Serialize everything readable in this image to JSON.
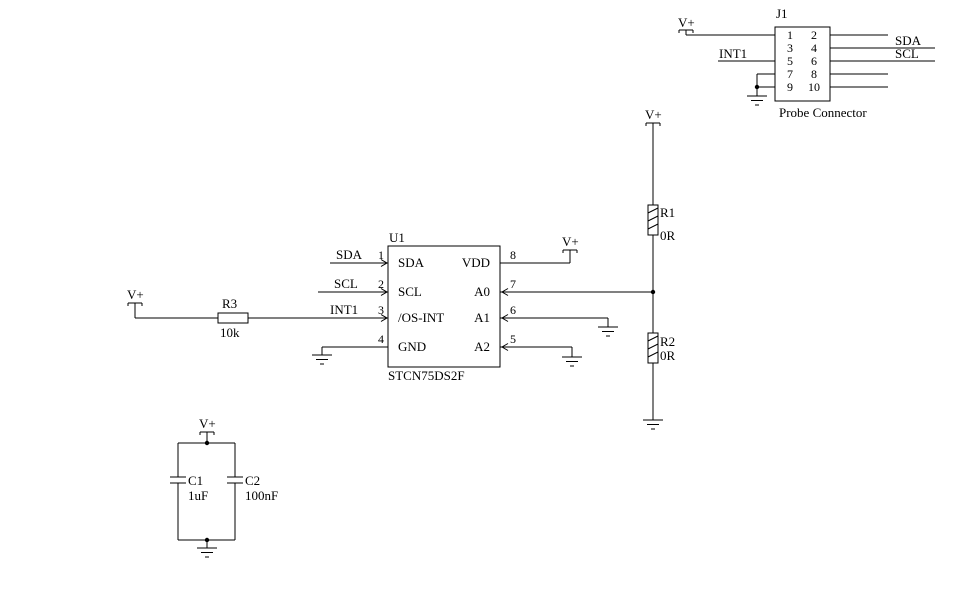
{
  "colors": {
    "ink": "#000000",
    "background": "#ffffff"
  },
  "power": {
    "vplus": "V+"
  },
  "nets": {
    "sda": "SDA",
    "scl": "SCL",
    "int1": "INT1"
  },
  "connector_j1": {
    "ref": "J1",
    "label": "Probe Connector",
    "pins_left": [
      "1",
      "3",
      "5",
      "7",
      "9"
    ],
    "pins_right": [
      "2",
      "4",
      "6",
      "8",
      "10"
    ]
  },
  "ic_u1": {
    "ref": "U1",
    "part": "STCN75DS2F",
    "left_pins": [
      {
        "num": "1",
        "name": "SDA"
      },
      {
        "num": "2",
        "name": "SCL"
      },
      {
        "num": "3",
        "name": "/OS-INT"
      },
      {
        "num": "4",
        "name": "GND"
      }
    ],
    "right_pins": [
      {
        "num": "8",
        "name": "VDD"
      },
      {
        "num": "7",
        "name": "A0"
      },
      {
        "num": "6",
        "name": "A1"
      },
      {
        "num": "5",
        "name": "A2"
      }
    ]
  },
  "resistors": {
    "r1": {
      "ref": "R1",
      "value": "0R"
    },
    "r2": {
      "ref": "R2",
      "value": "0R"
    },
    "r3": {
      "ref": "R3",
      "value": "10k"
    }
  },
  "capacitors": {
    "c1": {
      "ref": "C1",
      "value": "1uF"
    },
    "c2": {
      "ref": "C2",
      "value": "100nF"
    }
  }
}
